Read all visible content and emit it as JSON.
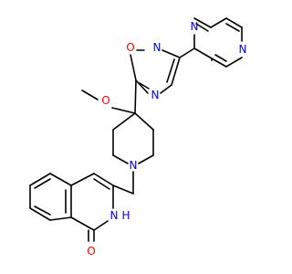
{
  "molecule": {
    "atom_labels": {
      "pyrazine_n_top": "N",
      "pyrazine_n_right": "N",
      "oxadiazole_o": "O",
      "oxadiazole_n_right": "N",
      "oxadiazole_n_bottom": "N",
      "methoxy_o": "O",
      "piperidine_n": "N",
      "amide_nh": "H",
      "amide_n": "N",
      "carbonyl_o": "O"
    },
    "colors": {
      "carbon_bond": "#000000",
      "nitrogen": "#0000ff",
      "oxygen": "#ff0000"
    }
  }
}
